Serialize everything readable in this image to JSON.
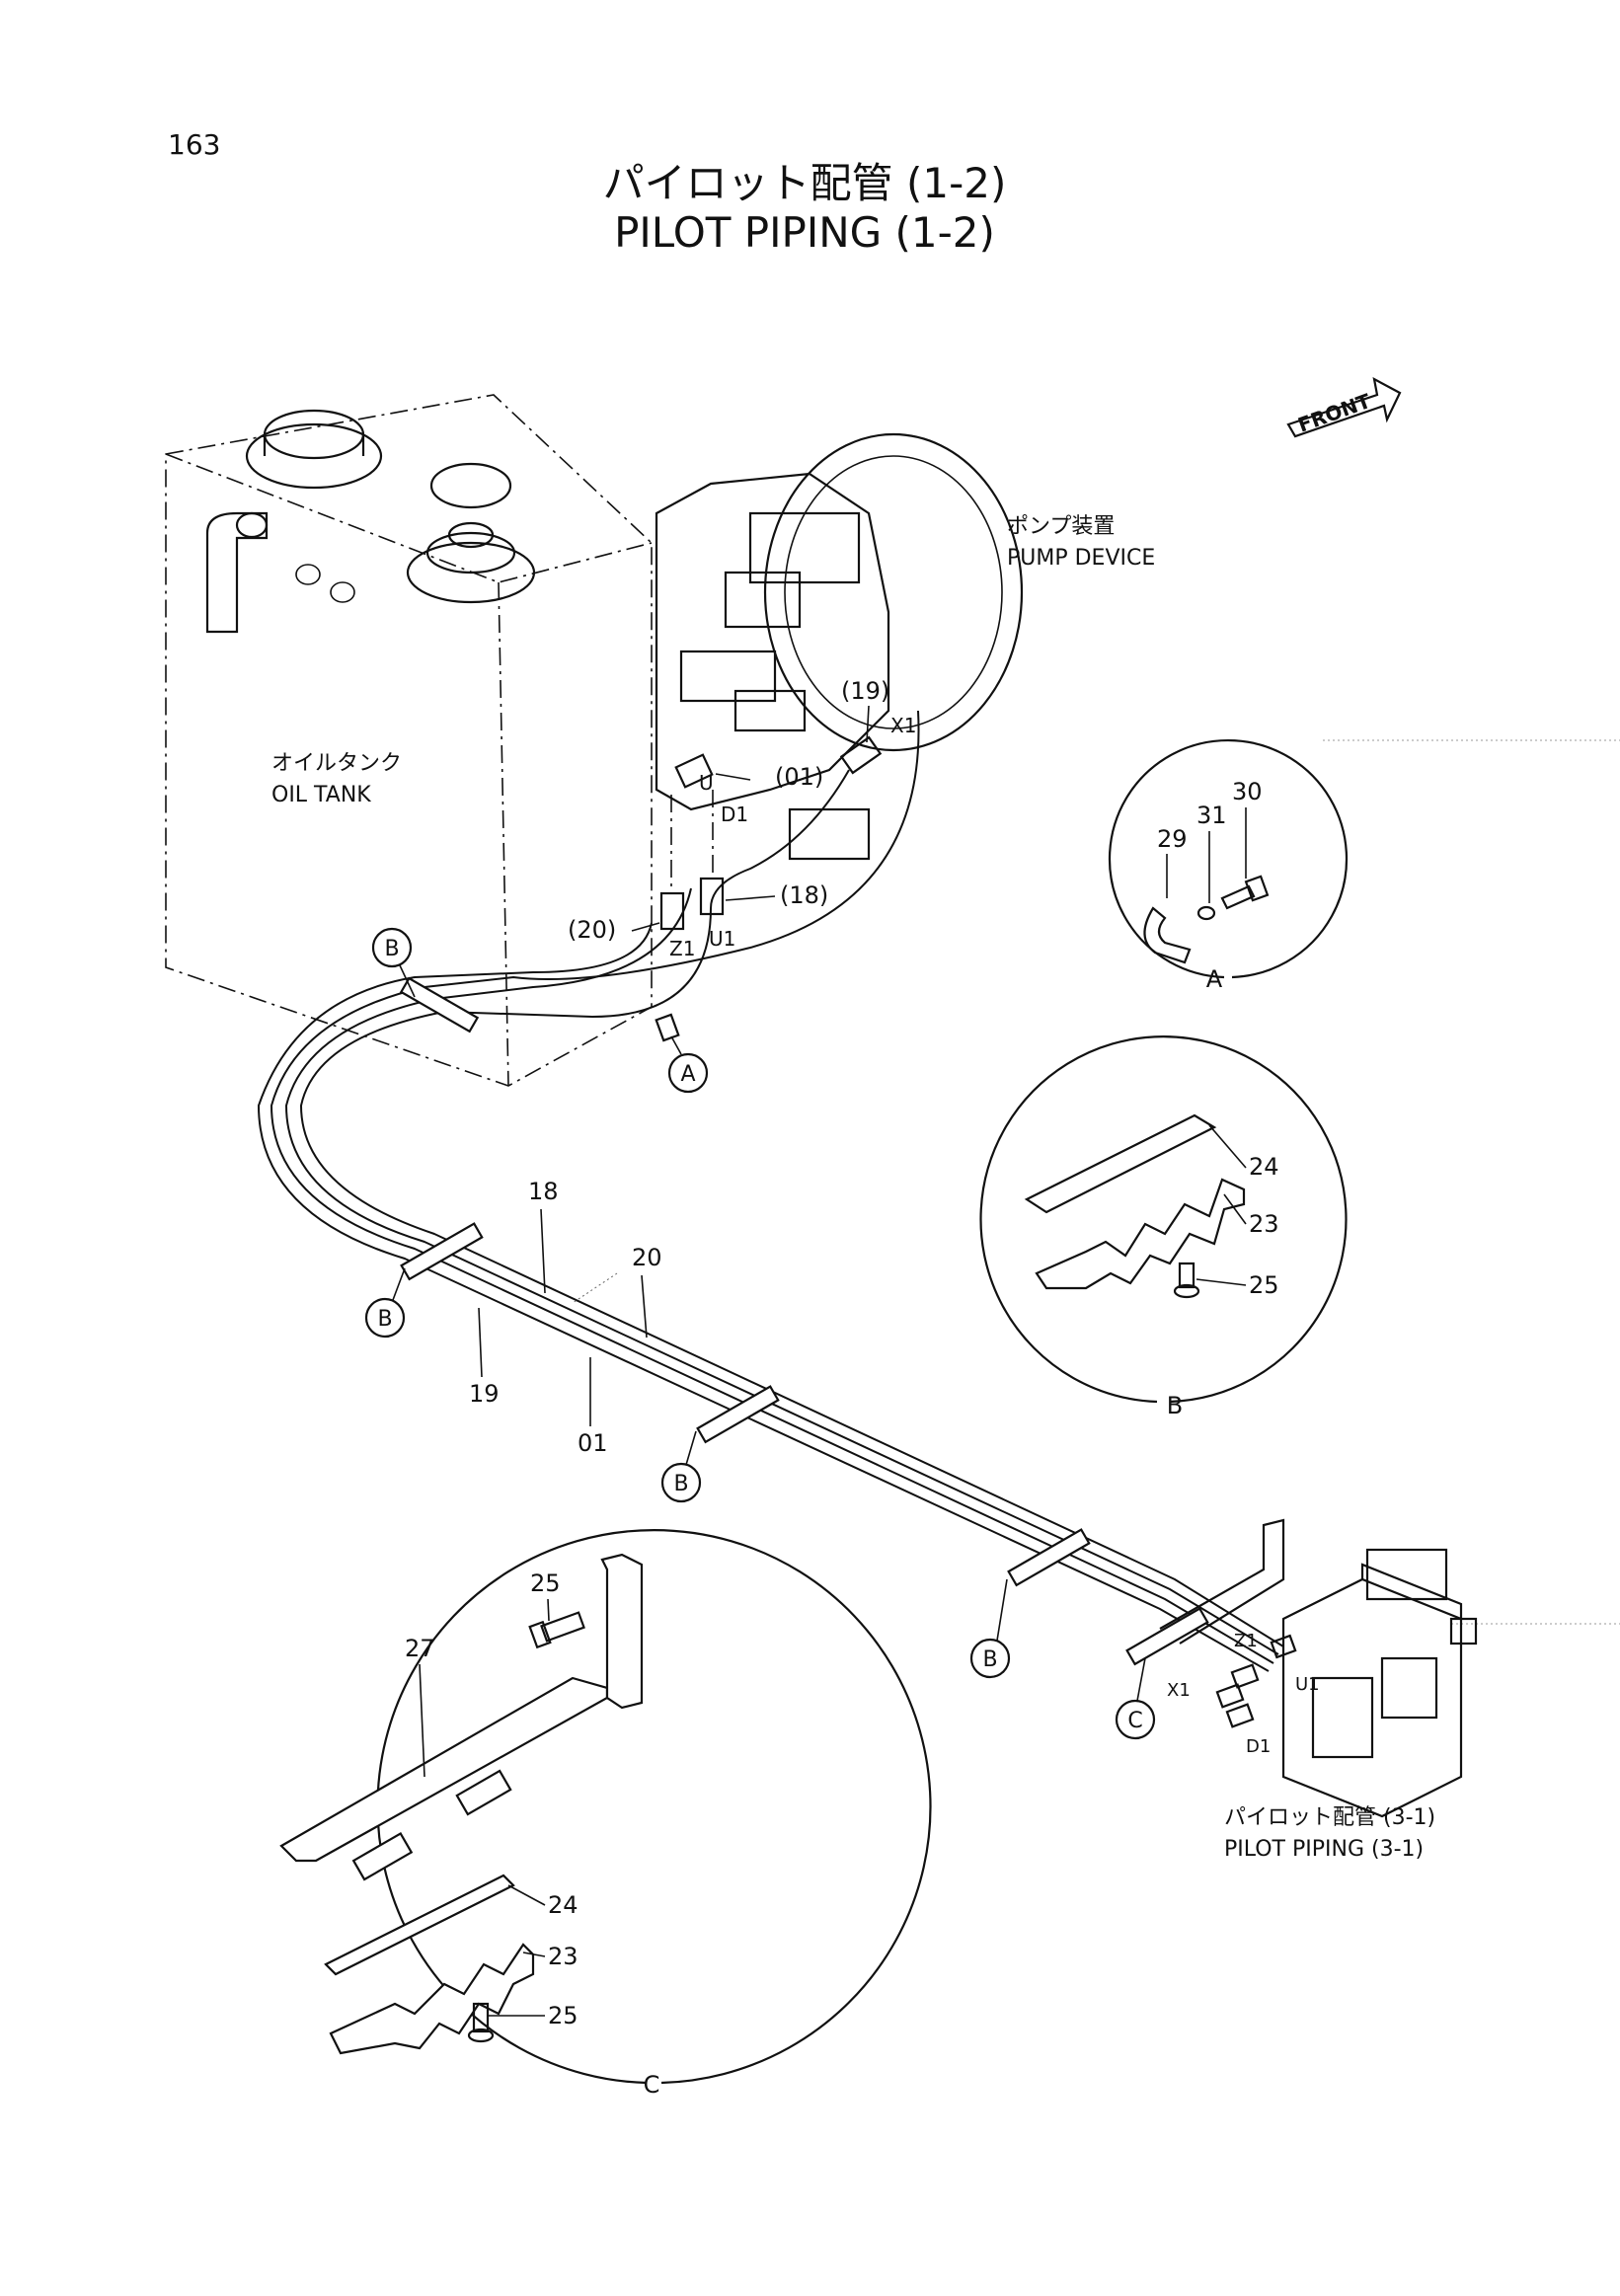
{
  "page_number": "163",
  "title_jp": "パイロット配管 (1-2)",
  "title_en": "PILOT PIPING (1-2)",
  "front_label": "FRONT",
  "labels": {
    "pump_jp": "ポンプ装置",
    "pump_en": "PUMP DEVICE",
    "tank_jp": "オイルタンク",
    "tank_en": "OIL TANK",
    "piping_ref_jp": "パイロット配管 (3-1)",
    "piping_ref_en": "PILOT PIPING (3-1)"
  },
  "port_labels": {
    "x1_top": "X1",
    "u_top": "U",
    "d1_top": "D1",
    "z1_mid": "Z1",
    "u1_mid": "U1",
    "z1_right": "Z1",
    "u1_right": "U1",
    "x1_right": "X1",
    "d1_right": "D1"
  },
  "callouts": {
    "p19_paren": "(19)",
    "p01_paren": "(01)",
    "p18_paren": "(18)",
    "p20_paren": "(20)",
    "hose18": "18",
    "hose20": "20",
    "hose19": "19",
    "hose01": "01"
  },
  "ref_letters": {
    "b1": "B",
    "a1": "A",
    "b2": "B",
    "b3": "B",
    "b4": "B",
    "c1": "C"
  },
  "detail_a": {
    "letter": "A",
    "parts": [
      "29",
      "31",
      "30"
    ]
  },
  "detail_b": {
    "letter": "B",
    "parts": [
      "24",
      "23",
      "25"
    ]
  },
  "detail_c": {
    "letter": "C",
    "parts": [
      "25",
      "27",
      "24",
      "23",
      "25"
    ]
  }
}
